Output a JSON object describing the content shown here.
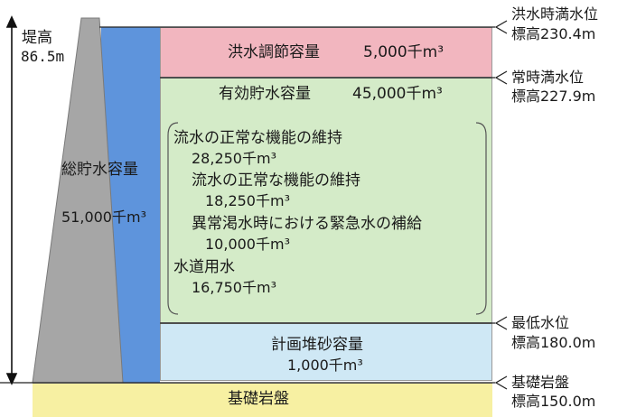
{
  "colors": {
    "flood": "#f2b6bf",
    "effective": "#d4ebc8",
    "sediment": "#cfe8f5",
    "bedrock": "#f7f0a2",
    "total_band": "#5e94dc",
    "dam_body": "#a6a6a6"
  },
  "dam": {
    "height_label": "堤高",
    "height_value": "86.5m"
  },
  "total": {
    "label": "総貯水容量",
    "value": "51,000千m³"
  },
  "flood": {
    "label": "洪水調節容量",
    "value": "5,000千m³"
  },
  "effective": {
    "label": "有効貯水容量",
    "value": "45,000千m³",
    "items": [
      {
        "label": "流水の正常な機能の維持",
        "value": "28,250千m³"
      },
      {
        "label": "流水の正常な機能の維持",
        "value": "18,250千m³"
      },
      {
        "label": "異常渇水時における緊急水の補給",
        "value": "10,000千m³"
      },
      {
        "label": "水道用水",
        "value": "16,750千m³"
      }
    ]
  },
  "sediment": {
    "label": "計画堆砂容量",
    "value": "1,000千m³"
  },
  "bedrock": {
    "label": "基礎岩盤"
  },
  "levels": [
    {
      "name": "洪水時満水位",
      "elev": "標高230.4m"
    },
    {
      "name": "常時満水位",
      "elev": "標高227.9m"
    },
    {
      "name": "最低水位",
      "elev": "標高180.0m"
    },
    {
      "name": "基礎岩盤",
      "elev": "標高150.0m"
    }
  ]
}
